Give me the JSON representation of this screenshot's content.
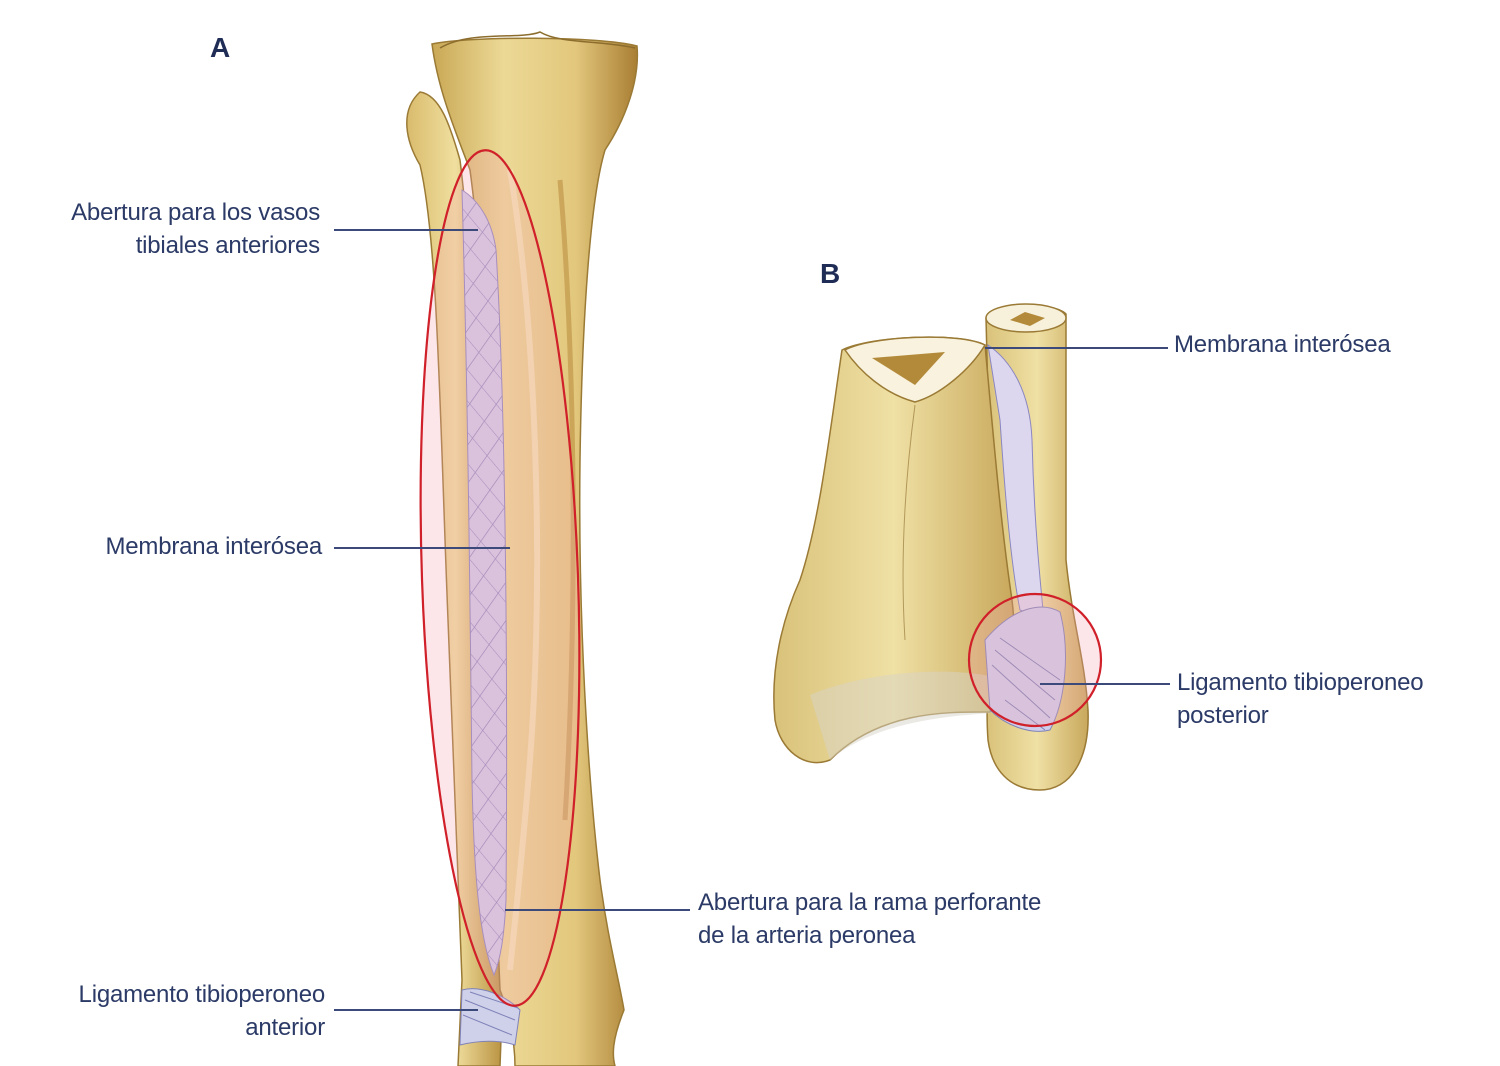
{
  "panels": {
    "a": {
      "letter": "A"
    },
    "b": {
      "letter": "B"
    }
  },
  "labels": {
    "abertura_vasos": {
      "line1": "Abertura para los vasos",
      "line2": "tibiales anteriores"
    },
    "membrana_a": {
      "line1": "Membrana interósea"
    },
    "abertura_rama": {
      "line1": "Abertura para la rama perforante",
      "line2": "de la arteria peronea"
    },
    "lig_anterior": {
      "line1": "Ligamento tibioperoneo",
      "line2": "anterior"
    },
    "membrana_b": {
      "line1": "Membrana interósea"
    },
    "lig_posterior": {
      "line1": "Ligamento tibioperoneo",
      "line2": "posterior"
    }
  },
  "colors": {
    "bone": "#e4cf86",
    "bone_dark": "#b48a3a",
    "membrane": "#c9c3e6",
    "label_text": "#2b3a66",
    "leader": "#3b4a7a",
    "highlight": "#d0202a"
  }
}
